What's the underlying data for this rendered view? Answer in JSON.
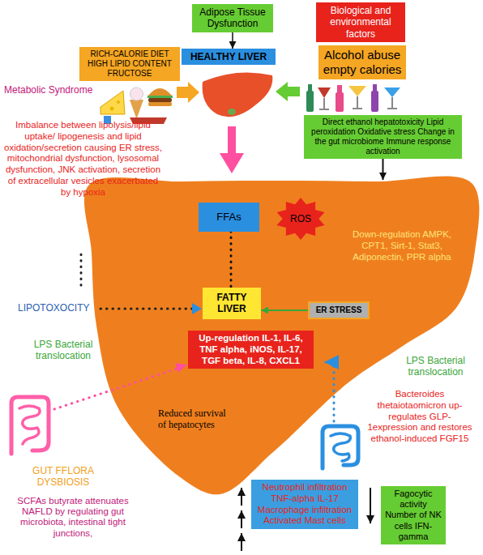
{
  "diagram": {
    "nodes": [
      {
        "text": [
          "Adipose Tissue Dysfunction"
        ]
      },
      {
        "text": [
          "Biological and environmental factors"
        ]
      },
      {
        "text": [
          "RICH-CALORIE DIET HIGH LIPID CONTENT FRUCTOSE"
        ]
      },
      {
        "text": [
          "HEALTHY LIVER"
        ]
      },
      {
        "text": [
          "Alcohol abuse empty calories"
        ]
      },
      {
        "text": [
          "Direct ethanol hepatotoxicity Lipid peroxidation Oxidative stress Change in the gut microbiome Immune response activation"
        ]
      },
      {
        "text": [
          "Down-regulation AMPK, CPT1, Sirt-1, Stat3, Adiponectin, PPR alpha",
          "Reduced survival of hepatocytes"
        ]
      },
      {
        "text": [
          "FFAs"
        ],
        "in": 6
      },
      {
        "text": [
          "ROS"
        ],
        "in": 6
      },
      {
        "text": [
          "FATTY LIVER"
        ],
        "in": 6
      },
      {
        "text": [
          "ER STRESS"
        ],
        "in": 6
      },
      {
        "text": [
          "Up-regulation IL-1, IL-6, TNF alpha, iNOS, IL-17, TGF beta, IL-8, CXCL1"
        ],
        "in": 6
      },
      {
        "text": [
          "Neutrophil infiltration TNF-alpha IL-17 Macrophage infiltration Activated Mast cells"
        ]
      },
      {
        "text": [
          "Fagocytic activity Number of NK cells IFN-gamma"
        ]
      }
    ],
    "edges": [
      {
        "from": 0,
        "to": 3,
        "arrow": "to"
      },
      {
        "from": 5,
        "to": 6,
        "arrow": "to"
      },
      {
        "from": 7,
        "to": 9,
        "arrow": "none"
      },
      {
        "from": 10,
        "to": 9,
        "arrow": "to"
      }
    ],
    "labels": [
      "Metabolic Syndrome",
      "Imbalance between lipolysis/lipid uptake/ lipogenesis and lipid oxidation/secretion causing ER stress, mitochondrial dysfunction, lysosomal dysfunction, JNK activation, secretion of extracellular vesicles exacerbated by hypoxia",
      "LIPOTOXOCITY",
      "LPS Bacterial translocation",
      "GUT FFLORA DYSBIOSIS",
      "SCFAs butyrate attenuates NAFLD by regulating gut microbiota, intestinal tight junctions,",
      "LPS Bacterial translocation",
      "Bacteroides thetaiotaomicron up-regulates GLP-1expression and restores ethanol-induced FGF15"
    ]
  }
}
